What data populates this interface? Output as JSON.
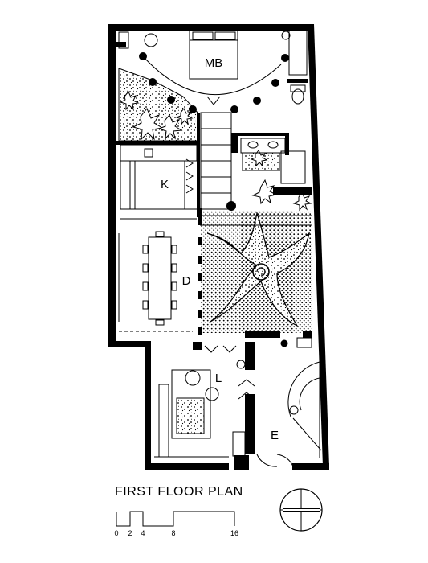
{
  "plan": {
    "title": "FIRST FLOOR PLAN",
    "rooms": {
      "master_bedroom": "MB",
      "kitchen": "K",
      "dining": "D",
      "living": "L",
      "entry": "E"
    },
    "scale": {
      "ticks": [
        "0",
        "2",
        "4",
        "8",
        "16"
      ]
    }
  }
}
